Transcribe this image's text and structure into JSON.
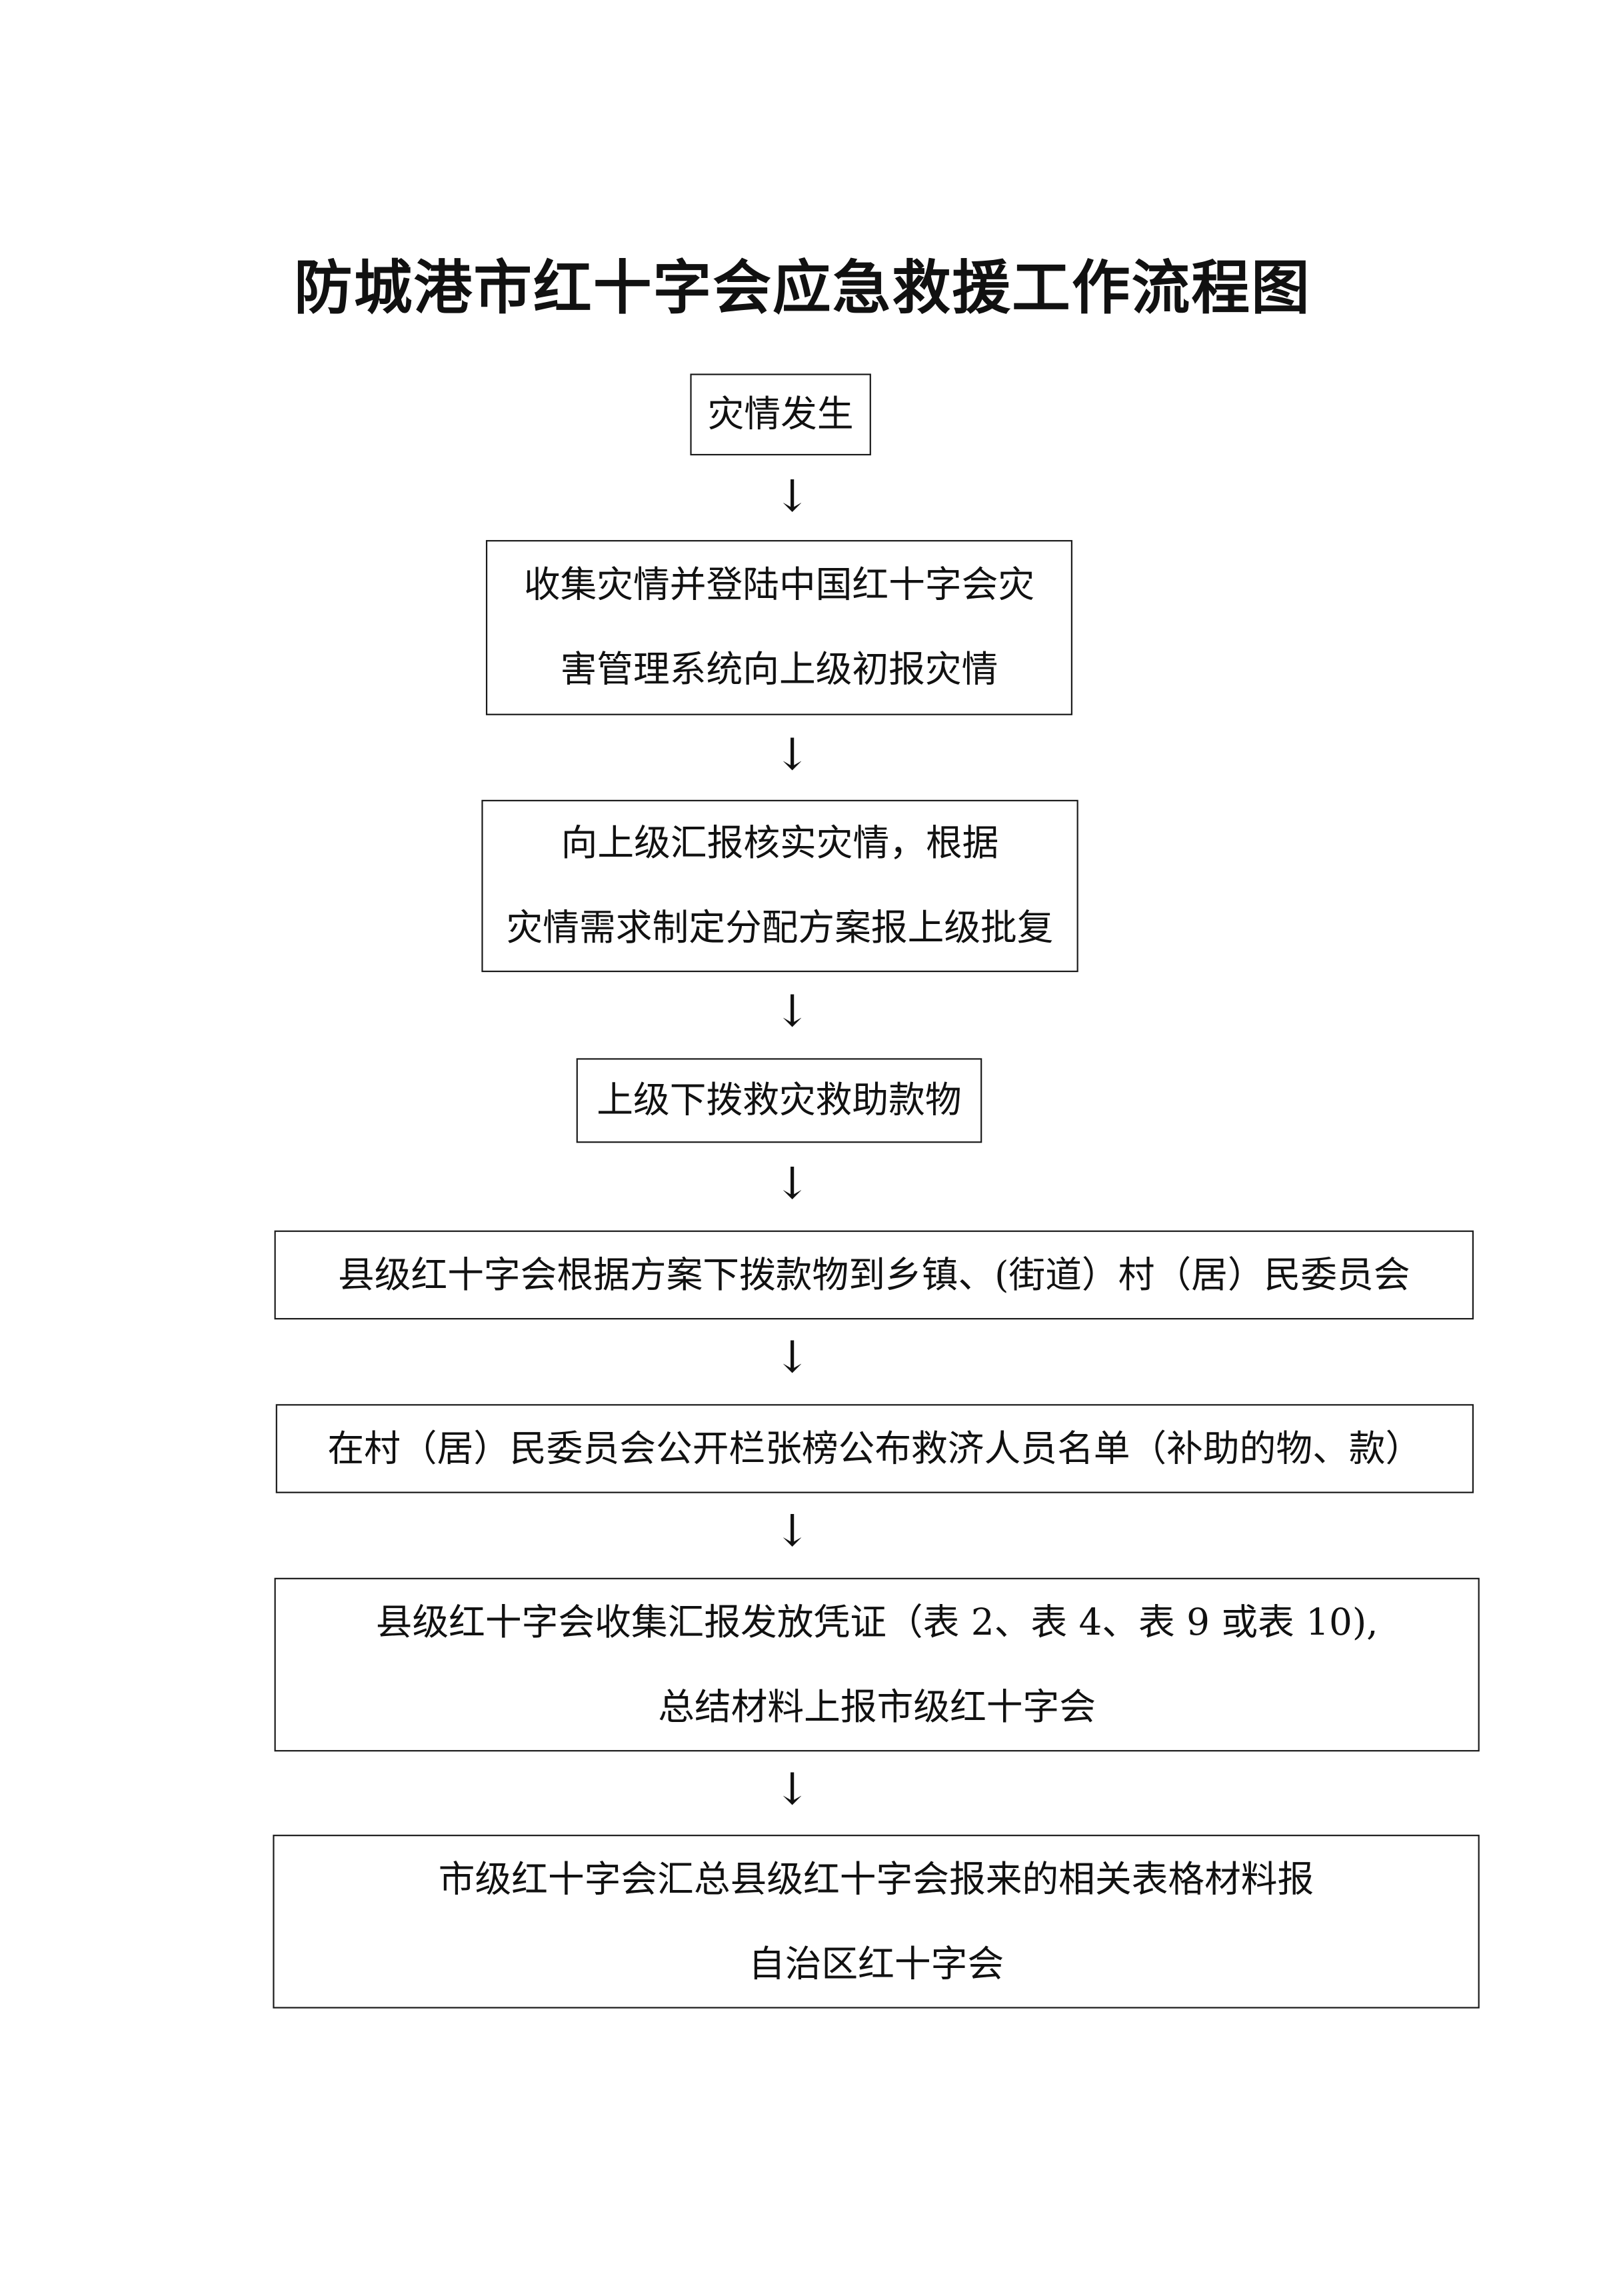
{
  "title": "防城港市红十字会应急救援工作流程图",
  "arrow_glyph": "↓",
  "steps": [
    {
      "lines": [
        "灾情发生"
      ]
    },
    {
      "lines": [
        "收集灾情并登陆中国红十字会灾",
        "害管理系统向上级初报灾情"
      ]
    },
    {
      "lines": [
        "向上级汇报核实灾情，根据",
        "灾情需求制定分配方案报上级批复"
      ]
    },
    {
      "lines": [
        "上级下拨救灾救助款物"
      ]
    },
    {
      "lines": [
        "县级红十字会根据方案下拨款物到乡镇、(街道）村（居）民委员会"
      ]
    },
    {
      "lines": [
        "在村（居）民委员会公开栏张榜公布救济人员名单（补助的物、款）"
      ]
    },
    {
      "lines": [
        "县级红十字会收集汇报发放凭证（表 2、表 4、表 9 或表 10),",
        "总结材料上报市级红十字会"
      ]
    },
    {
      "lines": [
        "市级红十字会汇总县级红十字会报来的相关表格材料报",
        "自治区红十字会"
      ]
    }
  ]
}
